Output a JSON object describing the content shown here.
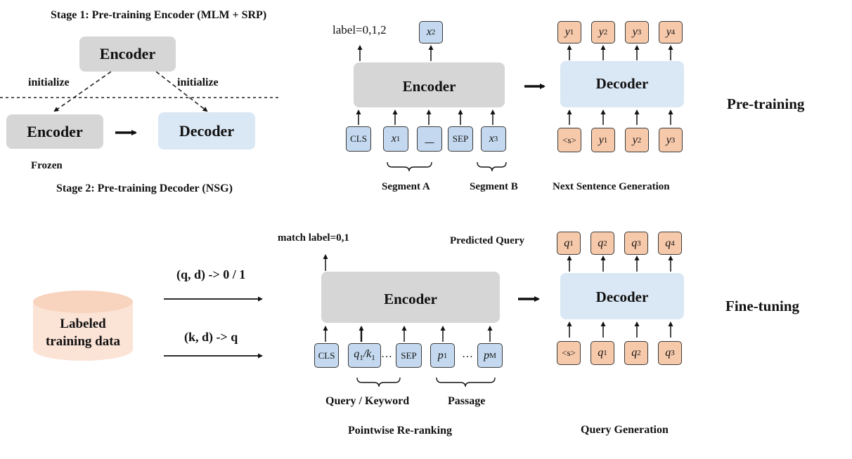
{
  "stage1": {
    "title": "Stage 1:  Pre-training Encoder (MLM + SRP)",
    "encoder": "Encoder",
    "init_left": "initialize",
    "init_right": "initialize",
    "frozen_encoder": "Encoder",
    "decoder": "Decoder",
    "frozen": "Frozen",
    "stage2_title": "Stage 2:  Pre-training Decoder (NSG)"
  },
  "pretrain": {
    "label_text": "label=0,1,2",
    "mask_output": [
      "x",
      "2"
    ],
    "encoder": "Encoder",
    "decoder": "Decoder",
    "input_tokens": [
      {
        "type": "text",
        "text": "CLS"
      },
      {
        "type": "var",
        "base": "x",
        "sub": "1"
      },
      {
        "type": "text",
        "text": "__"
      },
      {
        "type": "text",
        "text": "SEP"
      },
      {
        "type": "var",
        "base": "x",
        "sub": "3"
      }
    ],
    "decoder_outputs": [
      {
        "base": "y",
        "sub": "1"
      },
      {
        "base": "y",
        "sub": "2"
      },
      {
        "base": "y",
        "sub": "3"
      },
      {
        "base": "y",
        "sub": "4"
      }
    ],
    "decoder_inputs": [
      {
        "type": "text",
        "text": "<s>"
      },
      {
        "type": "var",
        "base": "y",
        "sub": "1"
      },
      {
        "type": "var",
        "base": "y",
        "sub": "2"
      },
      {
        "type": "var",
        "base": "y",
        "sub": "3"
      }
    ],
    "segment_a": "Segment A",
    "segment_b": "Segment B",
    "nsg": "Next Sentence Generation",
    "phase": "Pre-training"
  },
  "finetune": {
    "labeled_data": [
      "Labeled",
      "training data"
    ],
    "pair1": "(q, d) -> 0 / 1",
    "pair2": "(k, d) -> q",
    "match_label": "match label=0,1",
    "predicted_query": "Predicted Query",
    "encoder": "Encoder",
    "decoder": "Decoder",
    "input_tokens": [
      {
        "type": "text",
        "text": "CLS"
      },
      {
        "type": "qk",
        "text": "q1 / k1"
      },
      {
        "type": "text",
        "text": "SEP"
      },
      {
        "type": "var",
        "base": "p",
        "sub": "1"
      },
      {
        "type": "var",
        "base": "p",
        "sub": "M"
      }
    ],
    "ellipsis": "…",
    "decoder_outputs": [
      {
        "base": "q",
        "sub": "1"
      },
      {
        "base": "q",
        "sub": "2"
      },
      {
        "base": "q",
        "sub": "3"
      },
      {
        "base": "q",
        "sub": "4"
      }
    ],
    "decoder_inputs": [
      {
        "type": "text",
        "text": "<s>"
      },
      {
        "type": "var",
        "base": "q",
        "sub": "1"
      },
      {
        "type": "var",
        "base": "q",
        "sub": "2"
      },
      {
        "type": "var",
        "base": "q",
        "sub": "3"
      }
    ],
    "query_keyword": "Query / Keyword",
    "passage": "Passage",
    "pointwise": "Pointwise Re-ranking",
    "query_generation": "Query Generation",
    "phase": "Fine-tuning"
  },
  "colors": {
    "encoder_gray": "#d6d6d6",
    "decoder_blue": "#dae7f4",
    "token_blue": "#c4d9ef",
    "token_orange": "#f7c9ab",
    "cylinder": "#fbe3d6"
  }
}
